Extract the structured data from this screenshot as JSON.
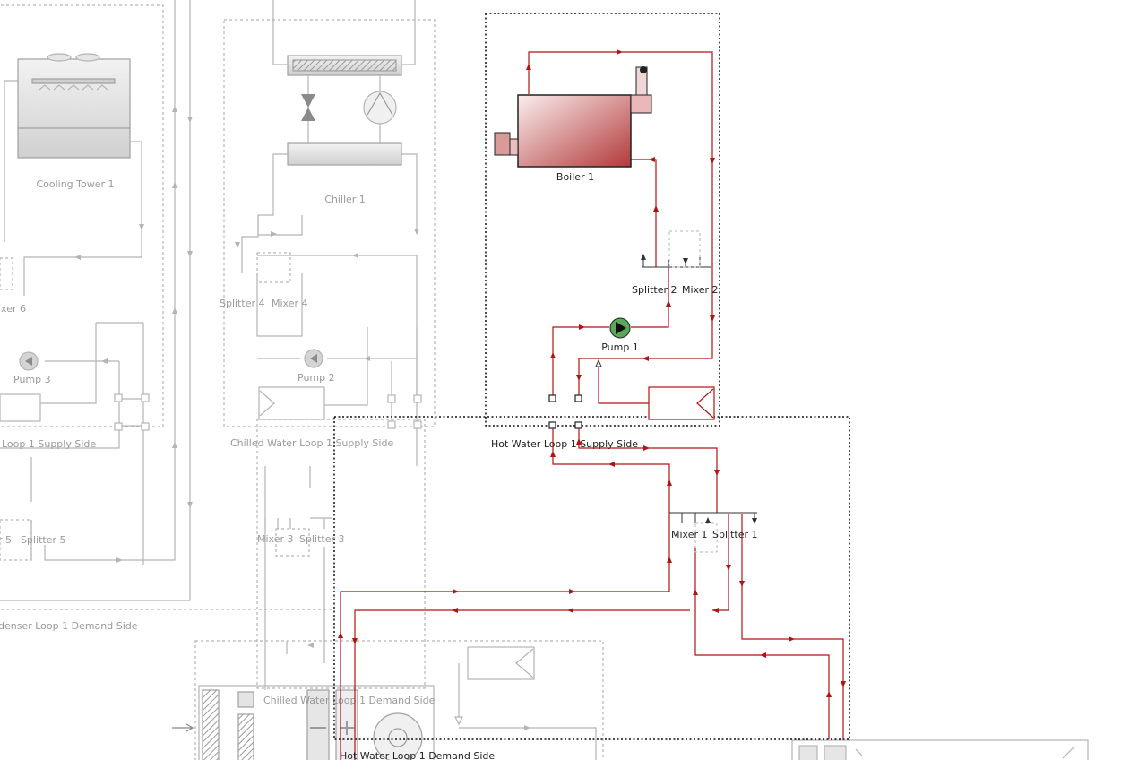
{
  "colors": {
    "active_pipe": "#b01515",
    "inactive_pipe": "#b4b4b4",
    "boiler_fill_light": "#f8e6e6",
    "boiler_fill_dark": "#b23a3a",
    "pump_active": "#5aa85a",
    "pump_inactive": "#bfbfbf",
    "loop_border_active": "#111111",
    "loop_border_inactive": "#bdbdbd"
  },
  "labels": {
    "cooling_tower": "Cooling Tower 1",
    "chiller": "Chiller 1",
    "boiler": "Boiler 1",
    "pump1": "Pump 1",
    "pump2": "Pump 2",
    "pump3": "Pump 3",
    "splitter2": "Splitter 2",
    "mixer2": "Mixer 2",
    "splitter4": "Splitter 4",
    "mixer4": "Mixer 4",
    "mixer6": "ixer 6",
    "mixer1": "Mixer 1",
    "splitter1": "Splitter 1",
    "mixer3": "Mixer 3",
    "splitter3": "Splitter 3",
    "splitter5": "Splitter 5",
    "mixer5_partial": "r 5",
    "hw_supply": "Hot Water Loop 1 Supply Side",
    "hw_demand": "Hot Water Loop 1 Demand Side",
    "chw_supply": "Chilled Water Loop 1 Supply Side",
    "chw_demand": "Chilled Water Loop 1 Demand Side",
    "cond_supply_partial": "Loop 1 Supply Side",
    "cond_demand_partial": "denser Loop 1 Demand Side"
  },
  "icons": {
    "boiler": "boiler-icon",
    "pump": "pump-icon",
    "chiller": "chiller-icon",
    "cooling_tower": "cooling-tower-icon",
    "heat_exchanger": "heat-exchanger-icon",
    "coil": "coil-icon",
    "fan": "fan-icon"
  }
}
